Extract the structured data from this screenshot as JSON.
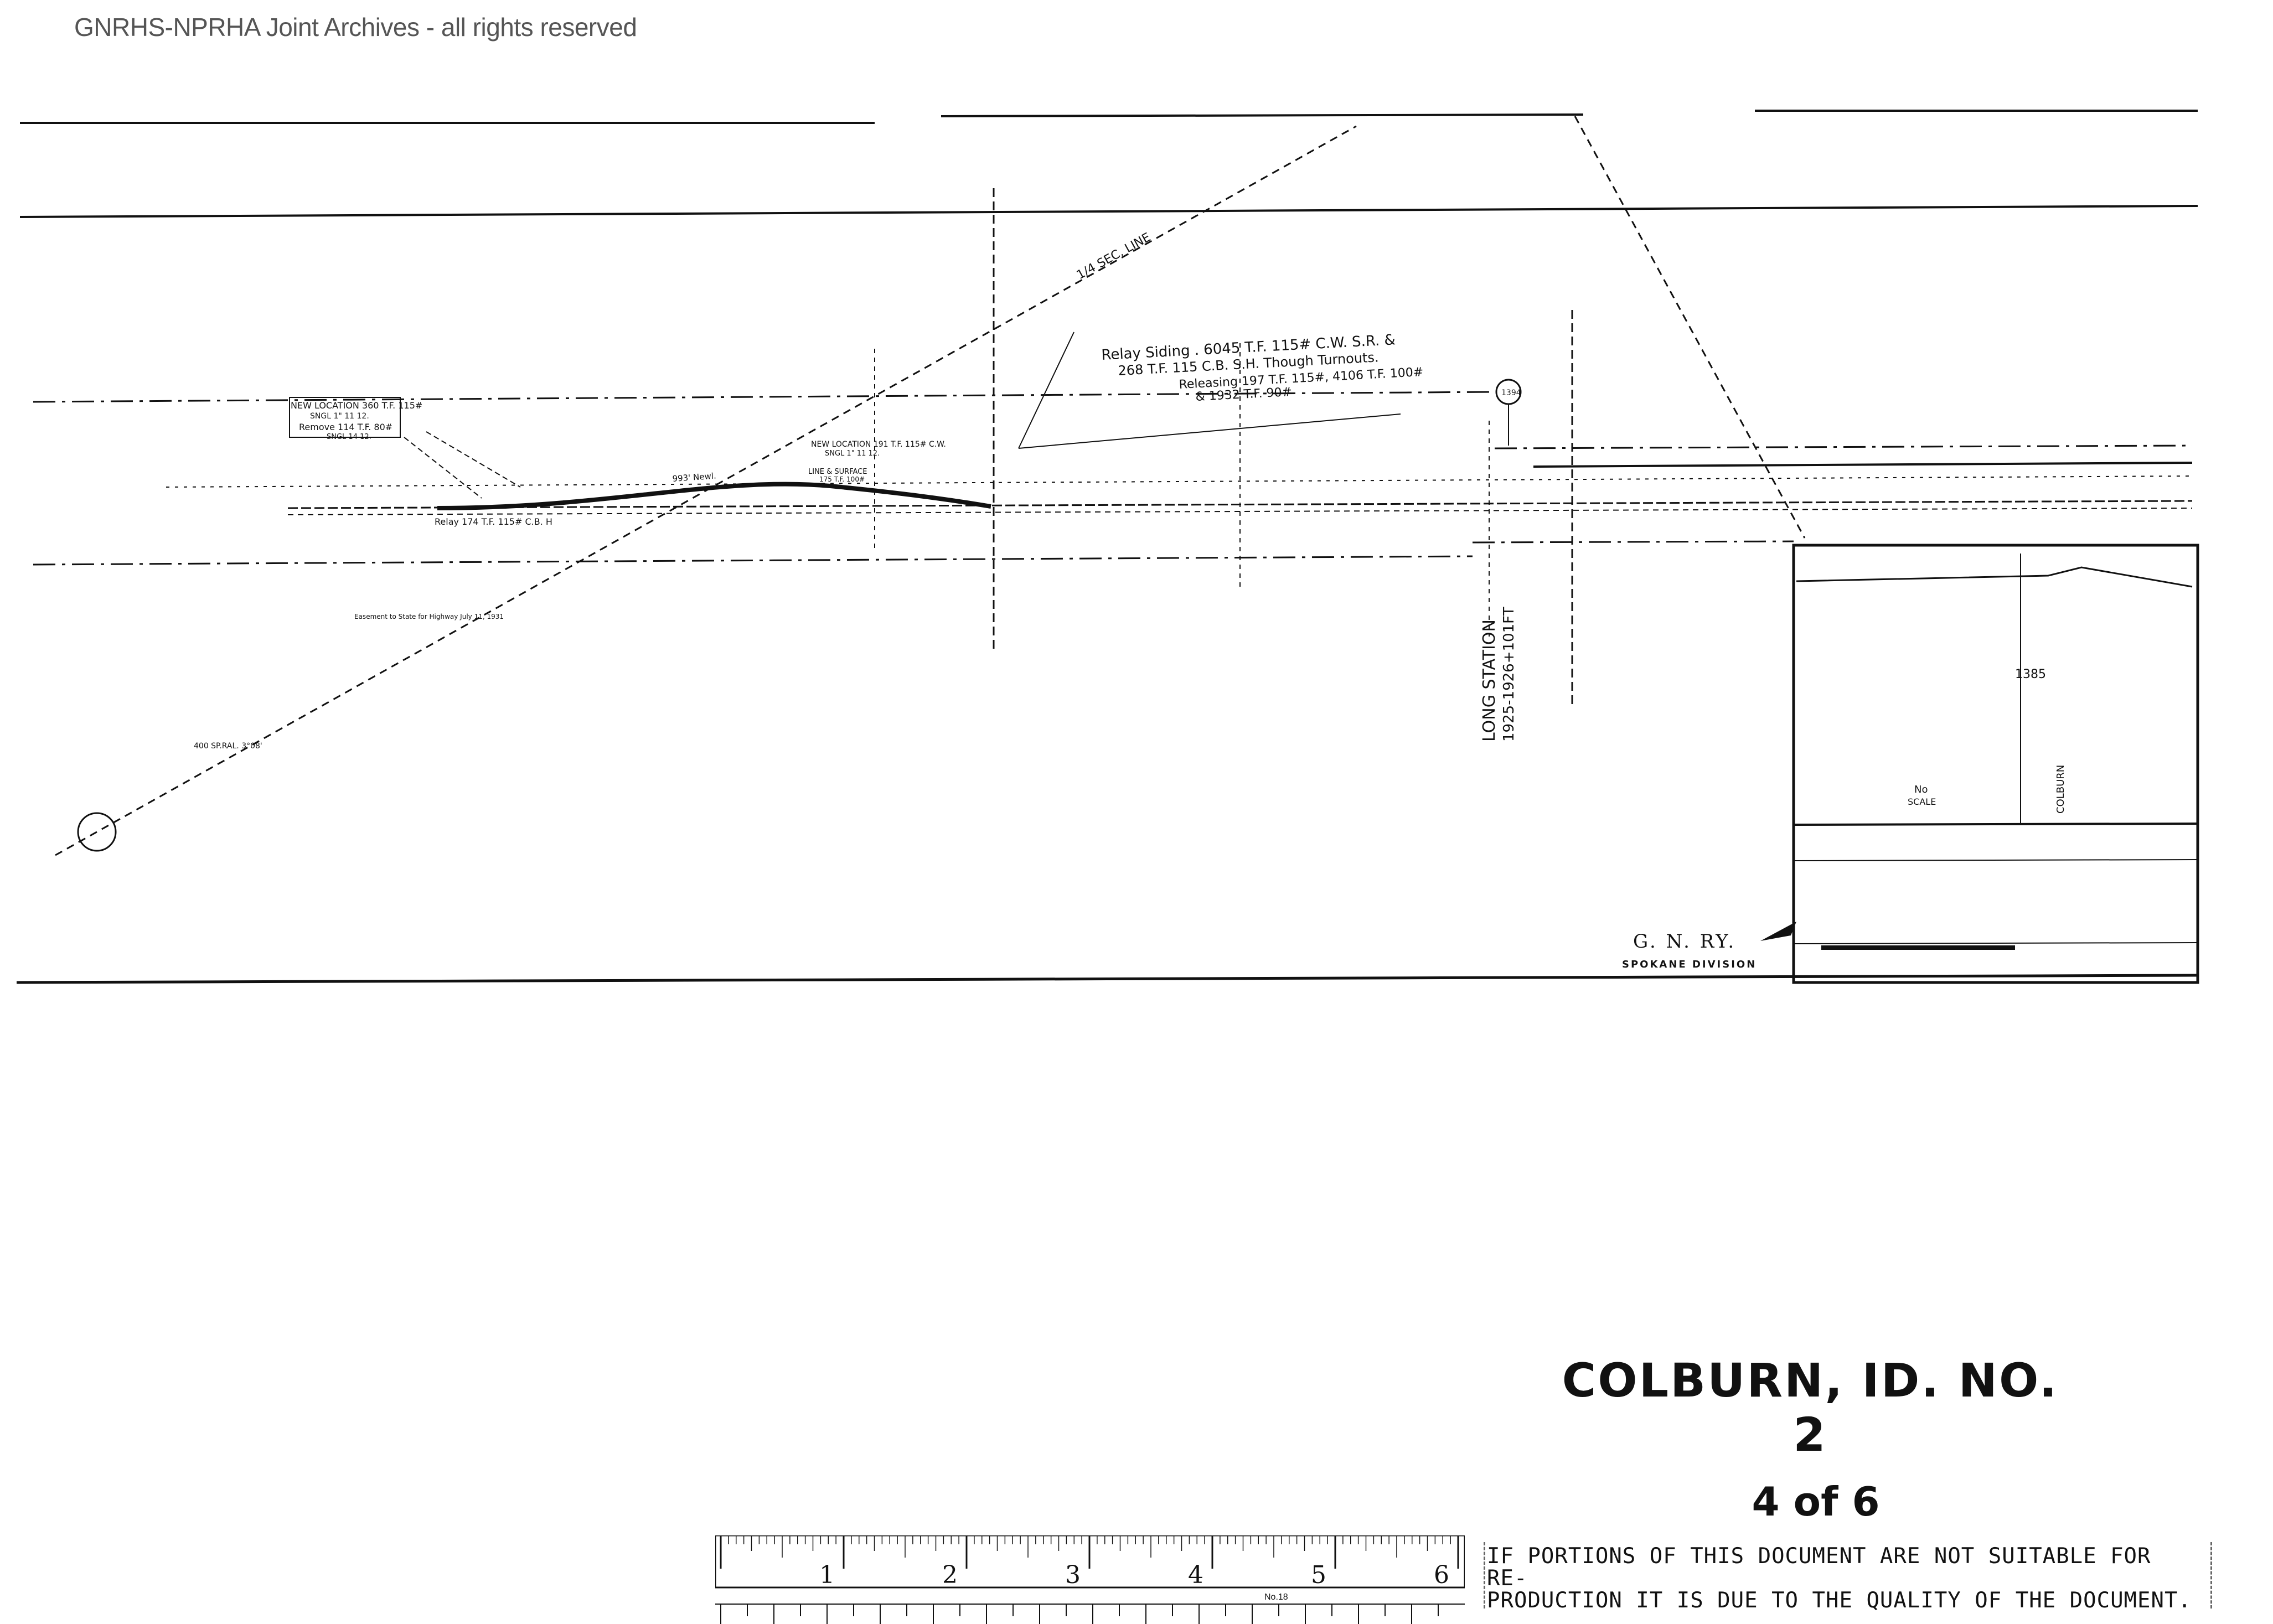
{
  "header": {
    "watermark": "GNRHS-NPRHA Joint Archives - all rights reserved"
  },
  "drawing": {
    "sec_line_label": "1/4 SEC. LINE",
    "relay_note": [
      "Relay Siding . 6045 T.F. 115# C.W. S.R. &",
      "268 T.F. 115 C.B. S.H. Though Turnouts.",
      "Releasing 197 T.F. 115#, 4106 T.F. 100#",
      "& 1932 T.F. 90#"
    ],
    "new_location_left": [
      "NEW LOCATION 360 T.F. 115#",
      "SNGL 1\" 11 12.",
      "Remove 114 T.F. 80#",
      "SNGL 14 12."
    ],
    "new_location_right": [
      "NEW LOCATION 191 T.F. 115# C.W.",
      "SNGL 1\" 11 12.",
      "LINE & SURFACE",
      "175 T.F. 100#"
    ],
    "relay_small": "Relay 174 T.F. 115# C.B. H",
    "long_station": [
      "LONG STATION",
      "1925-1926+101FT"
    ],
    "curve_label": "400 SP.RAL. 3°08'",
    "circle_marker": "1394",
    "spiral_label": "993' Newl.",
    "easement": "Easement to State for Highway July 11, 1931",
    "legend_no_scale": [
      "No",
      "SCALE"
    ],
    "legend_colburn": "COLBURN",
    "legend_1385": "1385",
    "railway_name": "G. N. RY.",
    "division": "SPOKANE DIVISION"
  },
  "title": {
    "main": "COLBURN, ID. NO. 2",
    "sheet": "4 of 6"
  },
  "ruler": {
    "numbers": [
      "1",
      "2",
      "3",
      "4",
      "5",
      "6"
    ],
    "label": "No.18"
  },
  "notice": {
    "line1": "IF PORTIONS OF THIS DOCUMENT ARE NOT SUITABLE FOR RE-",
    "line2": "PRODUCTION IT IS DUE TO THE QUALITY OF THE DOCUMENT."
  }
}
